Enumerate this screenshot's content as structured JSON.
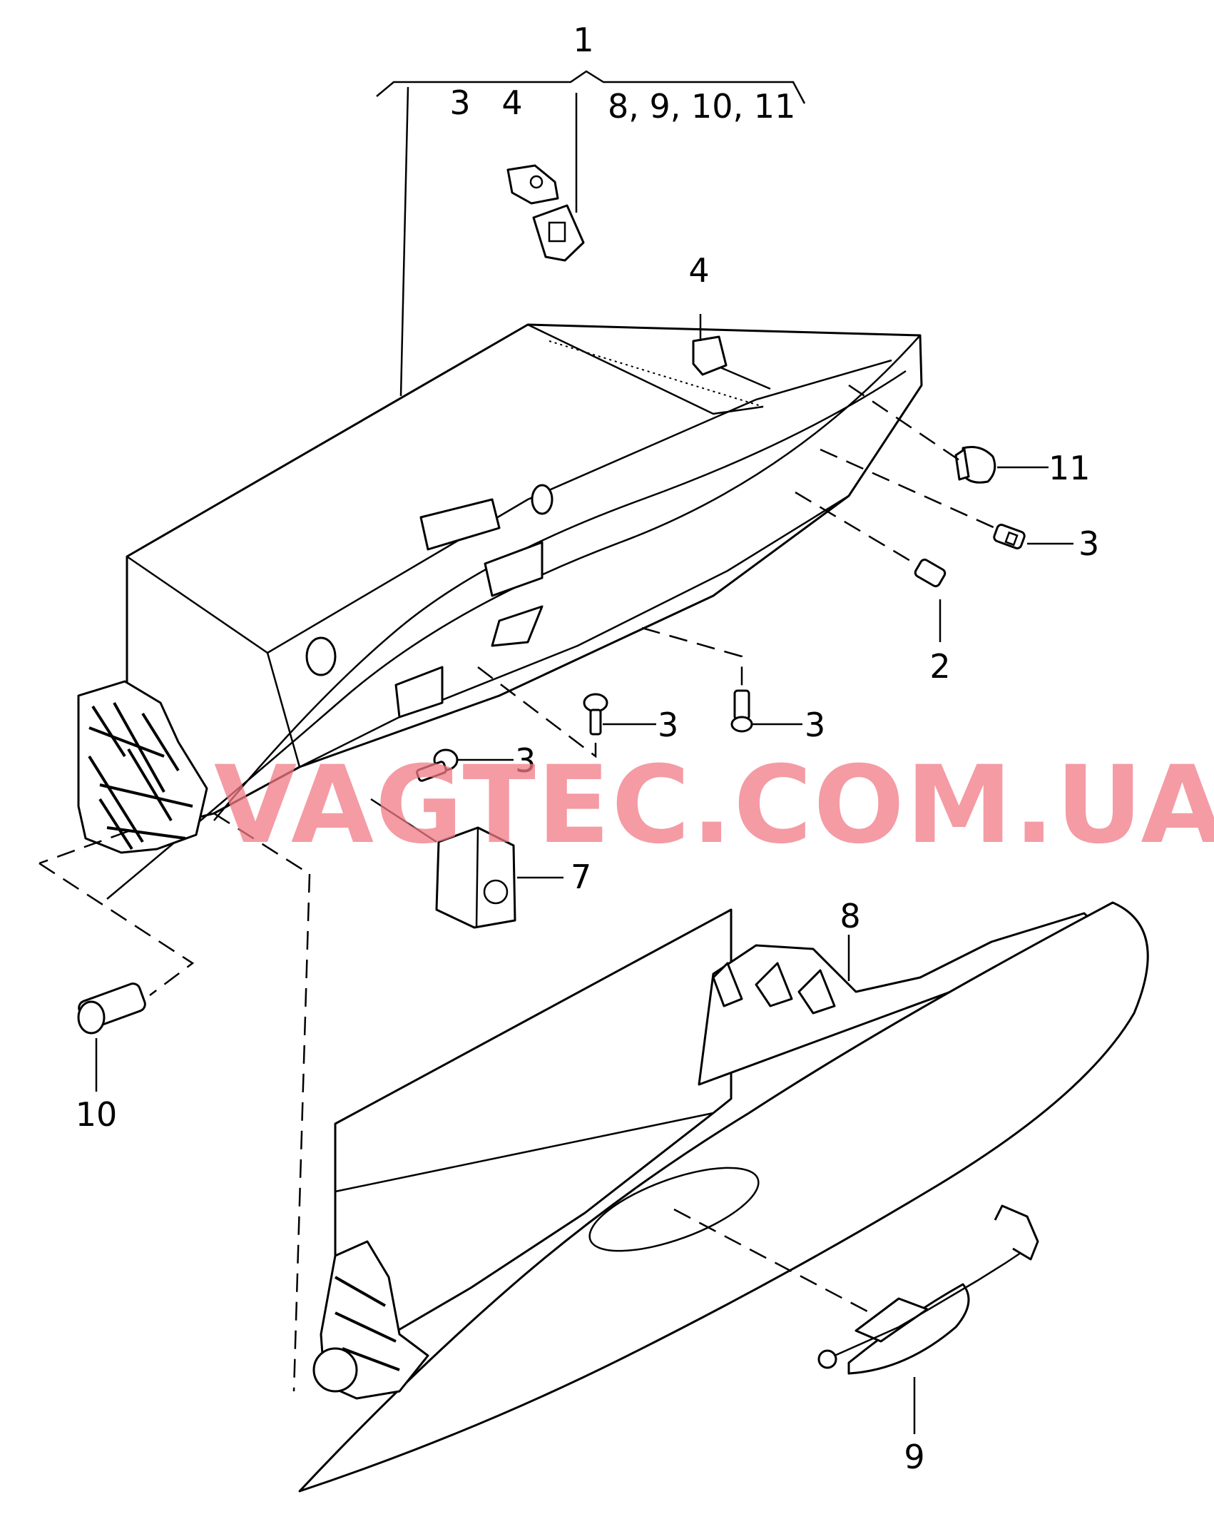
{
  "callouts": {
    "c1": "1",
    "c1_sub_left": "3",
    "c1_sub_mid": "4",
    "c1_sub_right": "8, 9, 10, 11",
    "c4b": "4",
    "c11": "11",
    "c3a": "3",
    "c2": "2",
    "c3b": "3",
    "c3c": "3",
    "c3d": "3",
    "c7": "7",
    "c8": "8",
    "c10": "10",
    "c9": "9"
  },
  "watermark": "VAGTEC.COM.UA",
  "colors": {
    "line": "#000000",
    "watermark": "#f07a86",
    "background": "#ffffff"
  }
}
